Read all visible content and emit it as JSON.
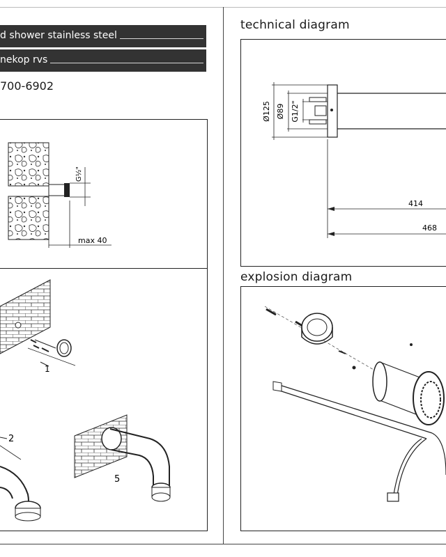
{
  "product": {
    "title_en": "d shower stainless steel",
    "title_nl": "nekop rvs",
    "article_number": "700-6902"
  },
  "sections": {
    "technical": "technical diagram",
    "explosion": "explosion diagram"
  },
  "install": {
    "thread": "G½\"",
    "max_depth": "max 40",
    "step_1": "1",
    "step_2": "2",
    "step_5": "5"
  },
  "technical": {
    "dim_outer": "Ø125",
    "dim_inner": "Ø89",
    "dim_thread": "G1/2\"",
    "len_short": "414",
    "len_long": "468"
  },
  "colors": {
    "band": "#333333",
    "line": "#222222"
  }
}
